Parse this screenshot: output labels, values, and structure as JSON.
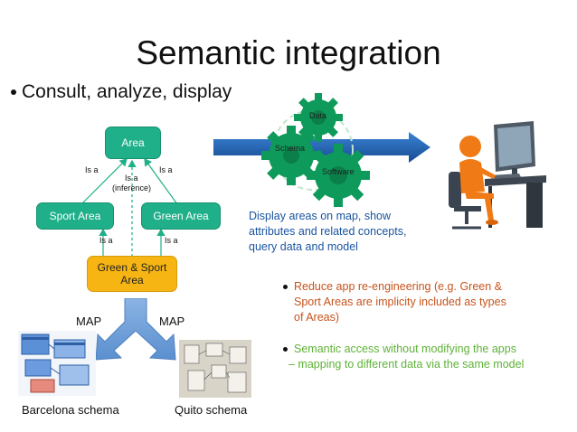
{
  "slide": {
    "title": "Semantic integration",
    "bullet": "Consult, analyze, display"
  },
  "diagram": {
    "nodes": {
      "area": "Area",
      "sport_area": "Sport Area",
      "green_area": "Green Area",
      "green_sport_area": "Green & Sport Area"
    },
    "edge_labels": {
      "is_a_left": "Is a",
      "is_a_right": "Is a",
      "is_a_inference": "Is a",
      "inference": "(inference)",
      "is_a_lower_left": "Is a",
      "is_a_lower_right": "Is a"
    },
    "map_left": "MAP",
    "map_right": "MAP",
    "schema_left": "Barcelona schema",
    "schema_right": "Quito schema"
  },
  "gears": {
    "data": "Data",
    "schema": "Schema",
    "software": "Software"
  },
  "caption": {
    "line1": "Display areas on map, show",
    "line2": "attributes and related concepts,",
    "line3": "query data and model"
  },
  "bullets": {
    "reengineering": {
      "line1": "Reduce app re-engineering (e.g. Green &",
      "line2": "Sport Areas are implicity included as types",
      "line3": "of Areas)"
    },
    "semantic_access": {
      "line1": "Semantic access without modifying the apps",
      "line2": "– mapping to different data via the same model"
    }
  },
  "colors": {
    "green_node": "#1fb08a",
    "orange_node": "#f7b514",
    "blue_arrow": "#1c5fa8",
    "gear_green": "#0e9a5a",
    "caption_blue": "#1a55a0",
    "bullet_orange": "#c7531b",
    "bullet_green": "#5fb238"
  },
  "icons": [
    "gear-icon",
    "user-at-computer-icon",
    "schema-thumbnail-icon",
    "split-arrow-icon"
  ]
}
